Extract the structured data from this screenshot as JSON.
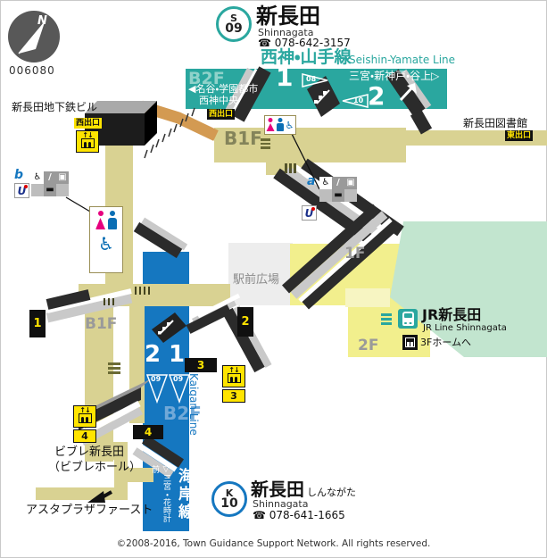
{
  "page": {
    "code": "006080",
    "compass_n": "N",
    "footer": "©2008-2016, Town Guidance Support Network. All rights reserved."
  },
  "colors": {
    "seishin_teal": "#2AA79F",
    "kaigan_blue": "#1577C0",
    "corridor_tan": "#D9D292",
    "floor_yellow": "#F2EF8D",
    "jr_mint": "#C2E5CF",
    "exit_yellow": "#FFE400",
    "band_black": "#2B2B2B"
  },
  "seishin": {
    "badge_line": "S",
    "badge_num": "09",
    "name": "新長田",
    "romaji": "Shinnagata",
    "phone": "☎ 078-642-3157",
    "line_jp": "西神・山手線",
    "line_en": "Seishin-Yamate Line",
    "floor": "B2F",
    "plat1": "1",
    "plat2": "2",
    "car1": "08",
    "car2": "10",
    "dir_right": "三宮・新神戸・谷上▷",
    "dir_left1": "◀名谷・学園都市",
    "dir_left2": "西神中央"
  },
  "kaigan": {
    "badge_line": "K",
    "badge_num": "10",
    "name": "新長田",
    "kana": "しんながた",
    "romaji": "Shinnagata",
    "phone": "☎ 078-641-1665",
    "line_jp": "海岸線",
    "line_en": "Kaigan Line",
    "floor": "B2F",
    "plat1": "1",
    "plat2": "2",
    "car1": "09",
    "car2": "09",
    "dir_down": "▽三宮・花時計前"
  },
  "jr": {
    "name": "JR新長田",
    "line_en": "JR Line Shinnagata",
    "to_floor": "3Fホームへ"
  },
  "floors": {
    "b1f": "B1F",
    "b1f_left": "B1F",
    "f1": "1F",
    "f2": "2F"
  },
  "exits": {
    "west1": "西出口",
    "west2": "西出口",
    "east": "東出口",
    "n1": "1",
    "n2": "2",
    "n3": "3",
    "n4": "4"
  },
  "elevators": {
    "arrows": "↑↓",
    "tag3": "3",
    "tag4": "4"
  },
  "places": {
    "bldg": "新長田地下鉄ビル",
    "library": "新長田図書館",
    "plaza": "駅前広場",
    "vivre1": "ビブレ新長田",
    "vivre2": "（ビブレホール）",
    "asta": "アスタプラザファースト"
  },
  "points": {
    "a": "a",
    "b": "b"
  },
  "icons": {
    "wheelchair": "♿",
    "escalator": "/",
    "elevator": "▣",
    "bench": "▬",
    "u": "U"
  }
}
